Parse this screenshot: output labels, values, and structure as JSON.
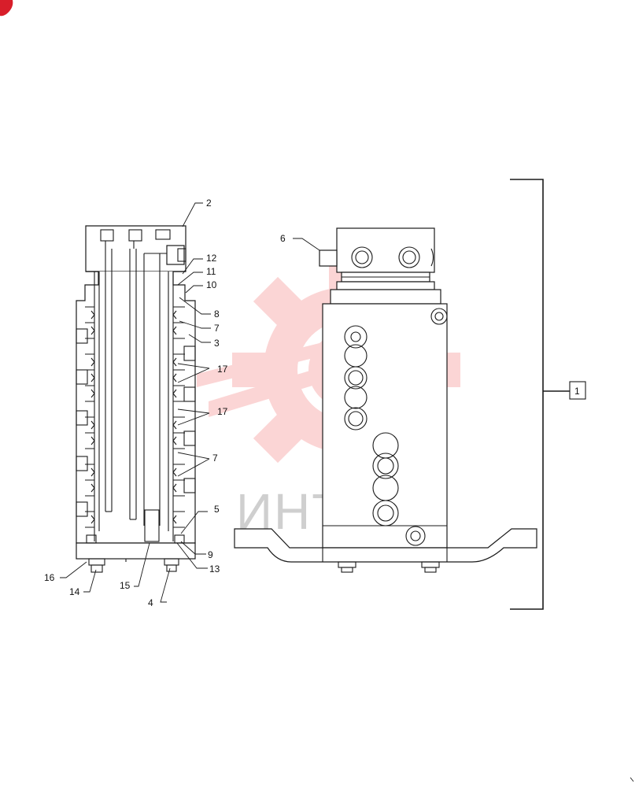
{
  "watermark": {
    "text": "ИНТЕХ",
    "color": "#f26b6b"
  },
  "corner_badge": {
    "icon": "red-badge-icon",
    "color": "#d81e2a"
  },
  "callouts": {
    "c1": "1",
    "c2": "2",
    "c3": "3",
    "c4": "4",
    "c5": "5",
    "c6": "6",
    "c7a": "7",
    "c7b": "7",
    "c8": "8",
    "c9": "9",
    "c10": "10",
    "c11": "11",
    "c12": "12",
    "c13": "13",
    "c14": "14",
    "c15": "15",
    "c16": "16",
    "c17a": "17",
    "c17b": "17"
  }
}
